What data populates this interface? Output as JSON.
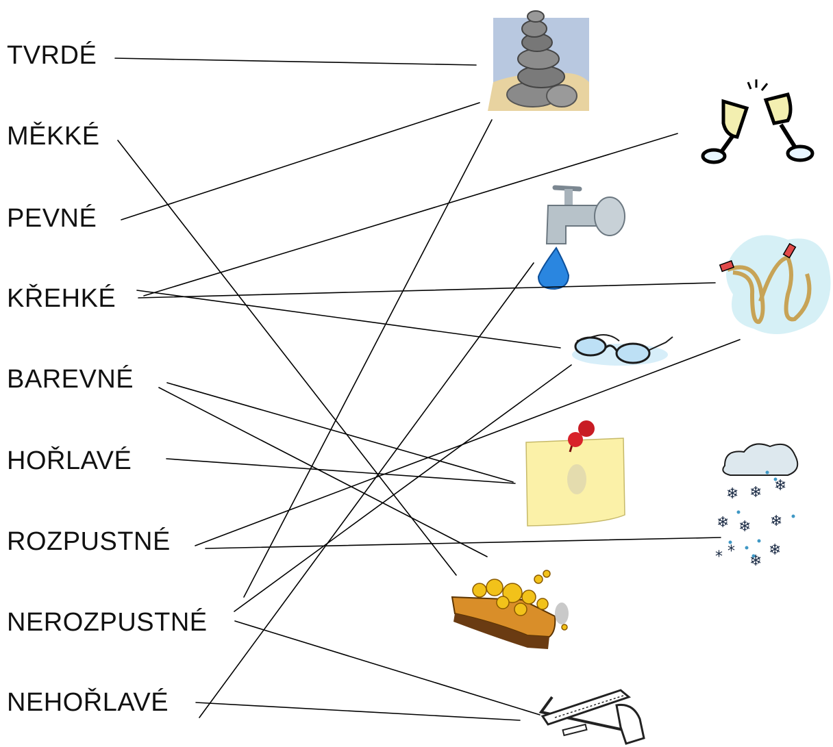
{
  "words": [
    "TVRDÉ",
    "MĚKKÉ",
    "PEVNÉ",
    "KŘEHKÉ",
    "BAREVNÉ",
    "HOŘLAVÉ",
    "ROZPUSTNÉ",
    "NEROZPUSTNÉ",
    "NEHOŘLAVÉ"
  ],
  "pictures": [
    {
      "icon": "stones-icon"
    },
    {
      "icon": "champagne-glasses-icon"
    },
    {
      "icon": "water-tap-icon"
    },
    {
      "icon": "rubber-hose-icon"
    },
    {
      "icon": "eyeglasses-icon"
    },
    {
      "icon": "sticky-note-pin-icon"
    },
    {
      "icon": "snowflakes-icon"
    },
    {
      "icon": "sponge-icon"
    },
    {
      "icon": "hacksaw-icon"
    }
  ]
}
